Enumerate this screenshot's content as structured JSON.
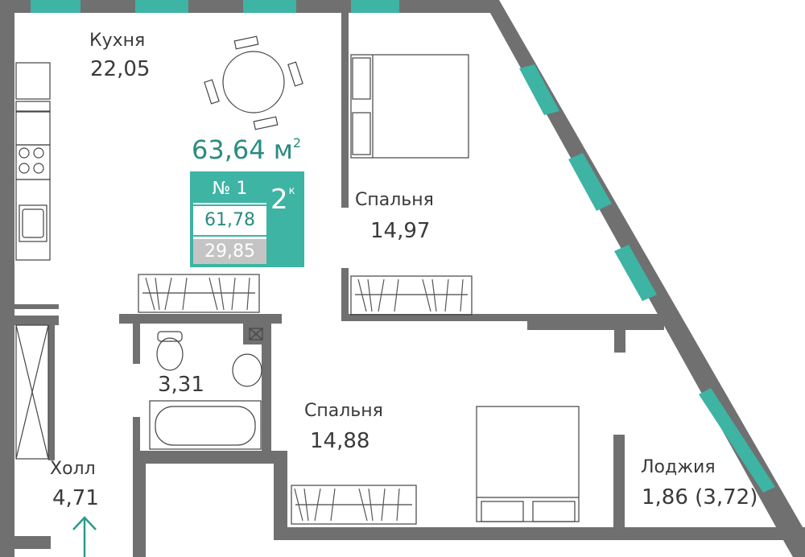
{
  "plan": {
    "total_area": "63,64 м",
    "total_area_unit_sup": "2",
    "apartment_badge": {
      "number": "№ 1",
      "living_area": "61,78",
      "kitchen_area_badge": "29,85",
      "rooms": "2",
      "rooms_sup": "к"
    },
    "rooms": [
      {
        "name": "Кухня",
        "area": "22,05"
      },
      {
        "name": "Спальня",
        "area": "14,97"
      },
      {
        "name": "",
        "area": "3,31"
      },
      {
        "name": "Спальня",
        "area": "14,88"
      },
      {
        "name": "Холл",
        "area": "4,71"
      },
      {
        "name": "Лоджия",
        "area": "1,86 (3,72)"
      }
    ],
    "entrance_icon": "arrow-up-icon",
    "colors": {
      "wall": "#707070",
      "window": "#3db4a4",
      "accent_text": "#2a8c80",
      "badge_gray": "#c4c4c4"
    }
  }
}
